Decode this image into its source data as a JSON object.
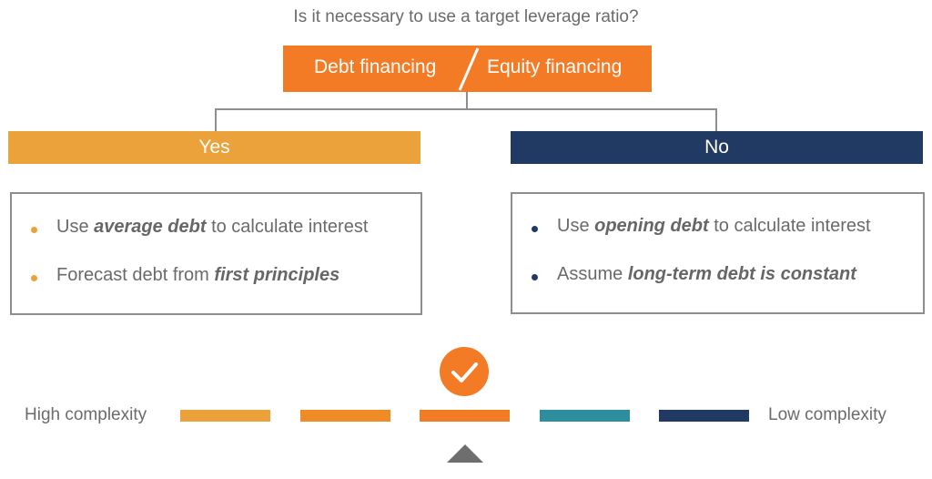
{
  "question": "Is it necessary to use a target leverage ratio?",
  "top_box": {
    "left_label": "Debt financing",
    "right_label": "Equity financing"
  },
  "branches": {
    "yes": {
      "label": "Yes",
      "items": [
        {
          "before": "Use ",
          "emphasis": "average debt",
          "after": " to calculate interest"
        },
        {
          "before": "Forecast debt from ",
          "emphasis": "first principles",
          "after": ""
        }
      ]
    },
    "no": {
      "label": "No",
      "items": [
        {
          "before": "Use ",
          "emphasis": "opening debt",
          "after": " to calculate interest"
        },
        {
          "before": "Assume ",
          "emphasis": "long-term debt is constant",
          "after": ""
        }
      ]
    }
  },
  "scale": {
    "high_label": "High complexity",
    "low_label": "Low complexity",
    "bar_colors": [
      "#eba23a",
      "#ef8c26",
      "#f47b26",
      "#2f8e9d",
      "#213a63"
    ],
    "selected_index": 2
  },
  "colors": {
    "orange": "#f47b26",
    "yes": "#eba23a",
    "no": "#213a63"
  }
}
